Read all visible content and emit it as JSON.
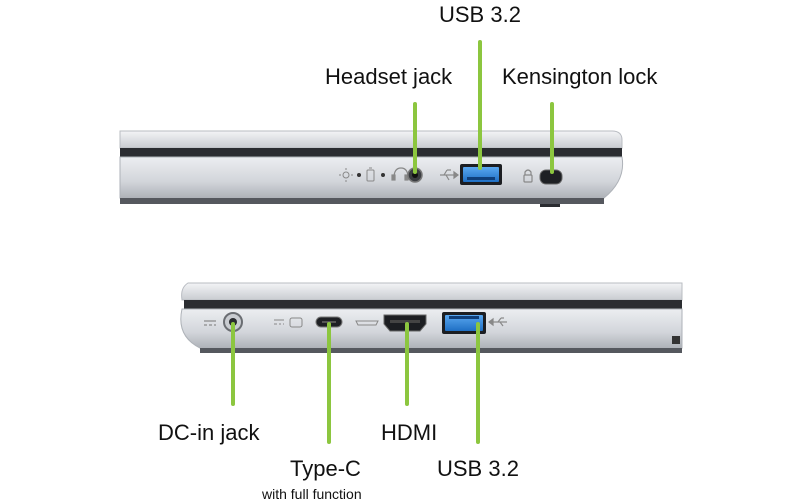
{
  "accent_color": "#8cc63f",
  "top_view": {
    "labels": {
      "usb_top": "USB 3.2",
      "headset": "Headset jack",
      "kensington": "Kensington lock"
    },
    "icons": [
      "power-led-icon",
      "battery-led-icon",
      "headset-symbol-icon",
      "usb-symbol-icon",
      "lock-symbol-icon"
    ]
  },
  "bottom_view": {
    "labels": {
      "dc_in": "DC-in jack",
      "type_c": "Type-C",
      "type_c_sub": "with full function",
      "hdmi": "HDMI",
      "usb_bottom": "USB 3.2"
    },
    "icons": [
      "dc-symbol-icon",
      "usbc-symbol-icon",
      "hdmi-symbol-icon",
      "usb-symbol-icon"
    ]
  }
}
